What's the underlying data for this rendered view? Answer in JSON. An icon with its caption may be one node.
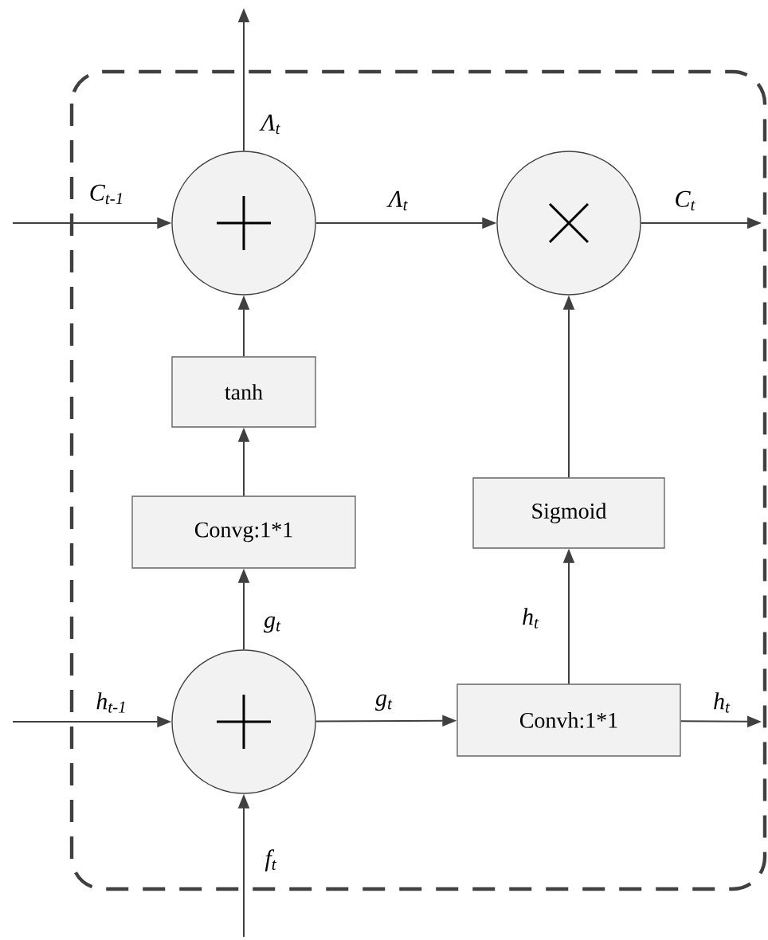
{
  "diagram": {
    "nodes": [
      {
        "text": [],
        "shape": "circle"
      },
      {
        "text": [],
        "shape": "circle"
      },
      {
        "text": [
          "tanh"
        ]
      },
      {
        "text": [
          "Sigmoid"
        ]
      },
      {
        "text": [
          "Convg:1*1"
        ]
      },
      {
        "text": [],
        "shape": "circle"
      },
      {
        "text": [
          "Convh:1*1"
        ]
      }
    ],
    "edges": [
      {
        "from": null,
        "to": 0,
        "arrow": "to",
        "label": "C$_{t-1}$"
      },
      {
        "from": 0,
        "to": null,
        "arrow": "to",
        "label": "Λ$_{t}$"
      },
      {
        "from": 0,
        "to": 1,
        "arrow": "to",
        "label": "Λ$_{t}$"
      },
      {
        "from": 1,
        "to": null,
        "arrow": "to",
        "label": "C$_{t}$"
      },
      {
        "from": 2,
        "to": 0,
        "arrow": "to"
      },
      {
        "from": 4,
        "to": 2,
        "arrow": "to"
      },
      {
        "from": 5,
        "to": 4,
        "arrow": "to",
        "label": "g$_{t}$"
      },
      {
        "from": null,
        "to": 5,
        "arrow": "to",
        "label": "h$_{t-1}$"
      },
      {
        "from": null,
        "to": 5,
        "arrow": "to",
        "label": "f$_{t}$"
      },
      {
        "from": 5,
        "to": 6,
        "arrow": "to",
        "label": "g$_{t}$"
      },
      {
        "from": 6,
        "to": null,
        "arrow": "to",
        "label": "h$_{t}$"
      },
      {
        "from": 6,
        "to": 3,
        "arrow": "to",
        "label": "h$_{t}$"
      },
      {
        "from": 3,
        "to": 1,
        "arrow": "to"
      }
    ]
  }
}
